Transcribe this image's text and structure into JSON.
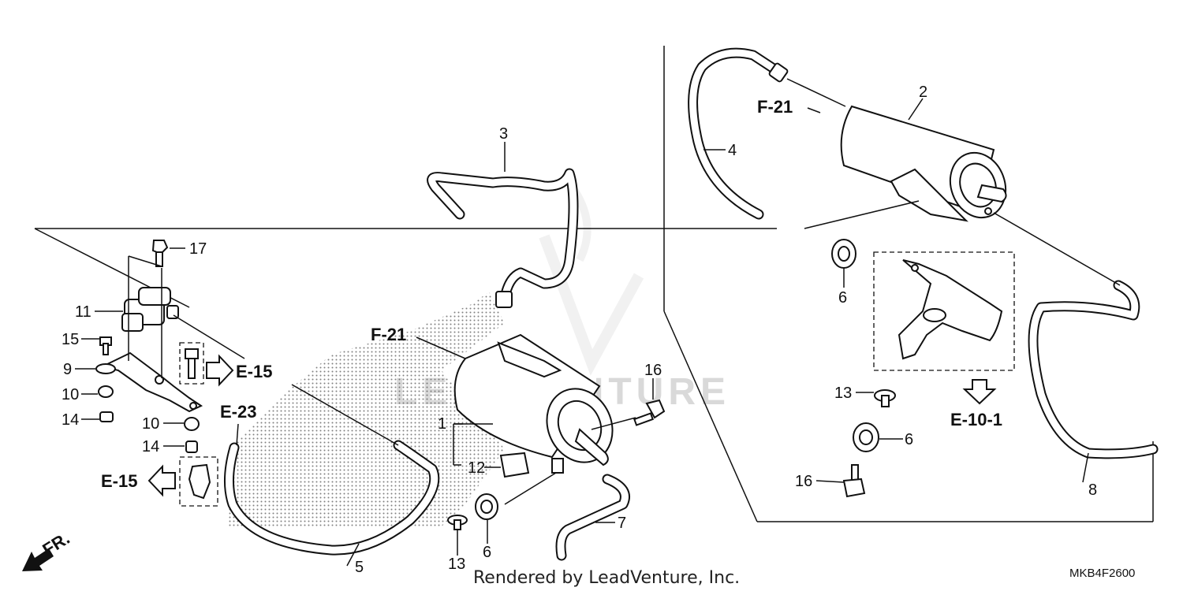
{
  "diagram": {
    "callouts": {
      "n1": "1",
      "n2": "2",
      "n3": "3",
      "n4": "4",
      "n5": "5",
      "n6a": "6",
      "n6b": "6",
      "n6c": "6",
      "n7": "7",
      "n8": "8",
      "n9": "9",
      "n10a": "10",
      "n10b": "10",
      "n11": "11",
      "n12": "12",
      "n13a": "13",
      "n13b": "13",
      "n14a": "14",
      "n14b": "14",
      "n15": "15",
      "n16a": "16",
      "n16b": "16",
      "n17": "17"
    },
    "refs": {
      "f21a": "F-21",
      "f21b": "F-21",
      "e15a": "E-15",
      "e15b": "E-15",
      "e23": "E-23",
      "e101": "E-10-1",
      "fr": "FR."
    },
    "diagram_code": "MKB4F2600",
    "rendered_by": "Rendered by LeadVenture, Inc.",
    "watermark": "LEADVENTURE"
  }
}
